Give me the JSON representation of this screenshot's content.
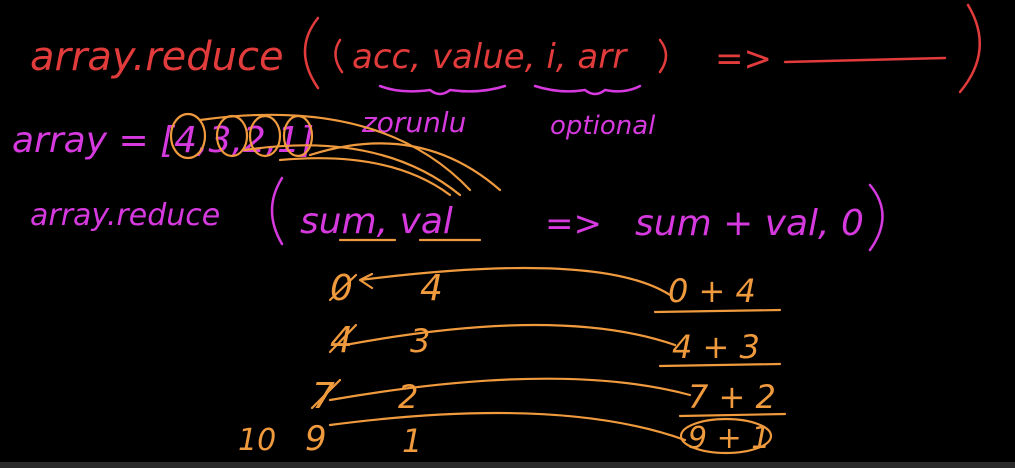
{
  "line1": {
    "prefix": "array.reduce",
    "params": "acc, value, i, arr",
    "arrow": "=>",
    "label_required": "zorunlu",
    "label_optional": "optional"
  },
  "line2": {
    "text": "array = [4,3,2,1]",
    "items": [
      "4",
      "3",
      "2",
      "1"
    ]
  },
  "line3": {
    "prefix": "array.reduce",
    "params": "sum, val",
    "arrow": "=>",
    "body": "sum + val, 0"
  },
  "trace": {
    "rows": [
      {
        "acc": "0",
        "val": "4",
        "expr": "0 + 4"
      },
      {
        "acc": "4",
        "val": "3",
        "expr": "4 + 3"
      },
      {
        "acc": "7",
        "val": "2",
        "expr": "7 + 2"
      },
      {
        "acc": "9",
        "val": "1",
        "expr": "9 + 1"
      }
    ],
    "result": "10"
  },
  "colors": {
    "red": "#e23b3b",
    "pink": "#d63adf",
    "orange": "#f09a3e",
    "background": "#000000"
  }
}
